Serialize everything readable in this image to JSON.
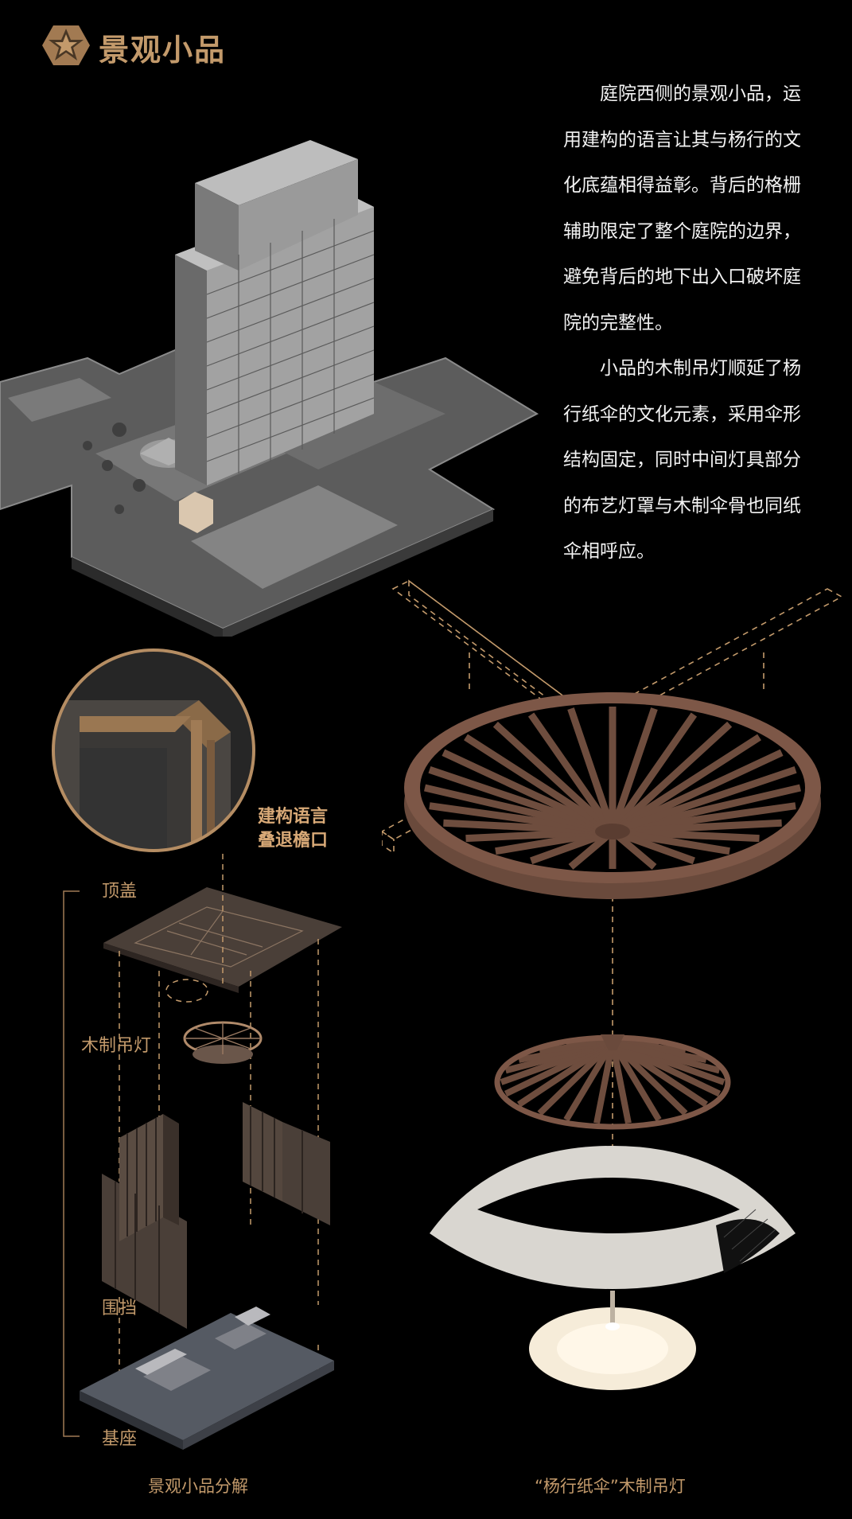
{
  "header": {
    "title": "景观小品",
    "logo_icon": "hexagon-star-logo-icon",
    "accent_color": "#c39a6b"
  },
  "description": {
    "paragraphs": [
      [
        "　　庭院西侧的景观小品，运",
        "用建构的语言让其与杨行的文",
        "化底蕴相得益彰。背后的格栅",
        "辅助限定了整个庭院的边界，",
        "避免背后的地下出入口破坏庭",
        "院的完整性。"
      ],
      [
        "　　小品的木制吊灯顺延了杨",
        "行纸伞的文化元素，采用伞形",
        "结构固定，同时中间灯具部分",
        "的布艺灯罩与木制伞骨也同纸",
        "伞相呼应。"
      ]
    ]
  },
  "exploded": {
    "callout_line1": "建构语言",
    "callout_line2": "叠退檐口",
    "layers": [
      "顶盖",
      "木制吊灯",
      "围挡",
      "基座"
    ],
    "caption": "景观小品分解"
  },
  "lantern": {
    "caption": "“杨行纸伞”木制吊灯"
  }
}
